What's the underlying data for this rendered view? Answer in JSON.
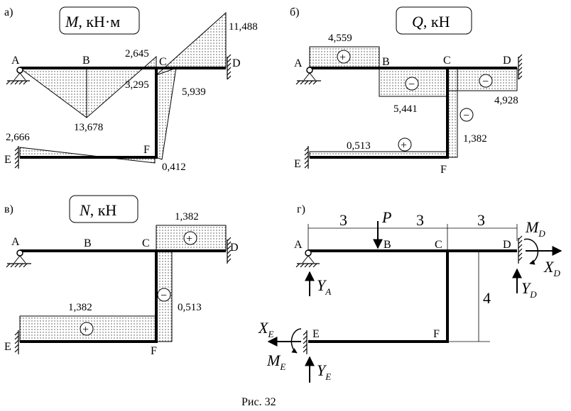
{
  "caption": "Рис. 32",
  "panels": {
    "a": {
      "letter": "а)",
      "title_sym": "M",
      "title_unit": ", кН·м",
      "nodes": {
        "A": "A",
        "B": "B",
        "C": "C",
        "D": "D",
        "E": "E",
        "F": "F"
      },
      "values": {
        "b": "13,678",
        "c_top": "2,645",
        "c_mid": "3,295",
        "c_right": "5,939",
        "d": "11,488",
        "e": "2,666",
        "f": "0,412"
      }
    },
    "b": {
      "letter": "б)",
      "title_sym": "Q",
      "title_unit": ", кН",
      "nodes": {
        "A": "A",
        "B": "B",
        "C": "C",
        "D": "D",
        "E": "E",
        "F": "F"
      },
      "values": {
        "ab": "4,559",
        "bc": "5,441",
        "cd": "4,928",
        "cf": "1,382",
        "ef": "0,513"
      },
      "signs": {
        "ab": "+",
        "bc": "−",
        "cd": "−",
        "cf": "−",
        "ef": "+"
      }
    },
    "c": {
      "letter": "в)",
      "title_sym": "N",
      "title_unit": ", кН",
      "nodes": {
        "A": "A",
        "B": "B",
        "C": "C",
        "D": "D",
        "E": "E",
        "F": "F"
      },
      "values": {
        "cd": "1,382",
        "cf": "0,513",
        "ef": "1,382"
      },
      "signs": {
        "cd": "+",
        "cf": "−",
        "ef": "+"
      }
    },
    "d": {
      "letter": "г)",
      "nodes": {
        "A": "A",
        "B": "B",
        "C": "C",
        "D": "D",
        "E": "E",
        "F": "F"
      },
      "dims": {
        "ab": "3",
        "bc": "3",
        "cd": "3",
        "h": "4"
      },
      "load": {
        "P": "P"
      },
      "reactions": {
        "YA": {
          "sym": "Y",
          "sub": "A"
        },
        "YD": {
          "sym": "Y",
          "sub": "D"
        },
        "XD": {
          "sym": "X",
          "sub": "D"
        },
        "MD": {
          "sym": "M",
          "sub": "D"
        },
        "XE": {
          "sym": "X",
          "sub": "E"
        },
        "ME": {
          "sym": "M",
          "sub": "E"
        },
        "YE": {
          "sym": "Y",
          "sub": "E"
        }
      }
    }
  }
}
